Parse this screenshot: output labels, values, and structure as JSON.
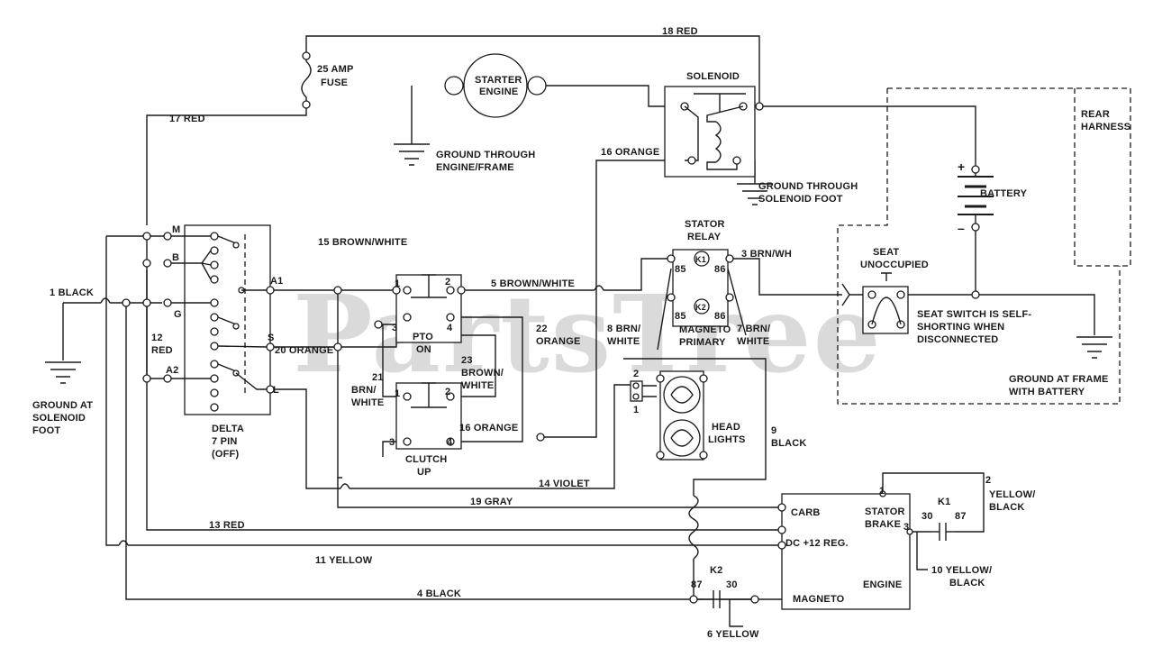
{
  "watermark": "PartsTree",
  "labels": {
    "red18": "18 RED",
    "fuse_line1": "25 AMP",
    "fuse_line2": "FUSE",
    "red17": "17 RED",
    "starter1": "STARTER",
    "starter2": "ENGINE",
    "solenoid": "SOLENOID",
    "gnd_engine1": "GROUND THROUGH",
    "gnd_engine2": "ENGINE/FRAME",
    "orange16_top": "16 ORANGE",
    "gnd_solenoid1": "GROUND THROUGH",
    "gnd_solenoid2": "SOLENOID FOOT",
    "rear1": "REAR",
    "rear2": "HARNESS",
    "battery": "BATTERY",
    "plus": "+",
    "minus": "–",
    "stator_relay1": "STATOR",
    "stator_relay2": "RELAY",
    "k1": "K1",
    "k2": "K2",
    "brn_wh3": "3 BRN/WH",
    "pin85a": "85",
    "pin86a": "86",
    "pin85b": "85",
    "pin86b": "86",
    "magneto1": "MAGNETO",
    "magneto2": "PRIMARY",
    "brn8a": "8 BRN/",
    "brn8b": "WHITE",
    "brn7a": "7 BRN/",
    "brn7b": "WHITE",
    "seat1": "SEAT",
    "seat2": "UNOCCUPIED",
    "seatsw1": "SEAT SWITCH IS SELF-",
    "seatsw2": "SHORTING WHEN",
    "seatsw3": "DISCONNECTED",
    "gnd_battery1": "GROUND AT FRAME",
    "gnd_battery2": "WITH BATTERY",
    "bw15": "15 BROWN/WHITE",
    "bw5": "5 BROWN/WHITE",
    "black1": "1 BLACK",
    "gnd_sol1": "GROUND AT",
    "gnd_sol2": "SOLENOID",
    "gnd_sol3": "FOOT",
    "red12a": "12",
    "red12b": "RED",
    "pinM": "M",
    "pinB": "B",
    "pinG": "G",
    "pinA1": "A1",
    "pinS": "S",
    "pinL": "L",
    "pinA2": "A2",
    "delta1": "DELTA",
    "delta2": "7 PIN",
    "delta3": "(OFF)",
    "orange20": "20 ORANGE",
    "pto1": "PTO",
    "pto2": "ON",
    "p1a": "1",
    "p2a": "2",
    "p3a": "3",
    "p4a": "4",
    "orange22a": "22",
    "orange22b": "ORANGE",
    "bw23a": "23",
    "bw23b": "BROWN/",
    "bw23c": "WHITE",
    "bw21a": "21",
    "bw21b": "BRN/",
    "bw21c": "WHITE",
    "p1b": "1",
    "p2b": "2",
    "p3b": "3",
    "p4b": "4",
    "orange16b": "16 ORANGE",
    "clutch1": "CLUTCH",
    "clutch2": "UP",
    "hl2": "2",
    "hl1": "1",
    "head1": "HEAD",
    "head2": "LIGHTS",
    "black9a": "9",
    "black9b": "BLACK",
    "violet14": "14 VIOLET",
    "gray19": "19 GRAY",
    "red13": "13 RED",
    "yellow11": "11 YELLOW",
    "black4": "4 BLACK",
    "carb": "CARB",
    "dc12": "DC +12 REG.",
    "stator_brake1": "STATOR",
    "stator_brake2": "BRAKE",
    "sb1": "1",
    "sb3": "3",
    "engine": "ENGINE",
    "magneto": "MAGNETO",
    "k1b": "K1",
    "k1_30": "30",
    "k1_87": "87",
    "yb2a": "2",
    "yb2b": "YELLOW/",
    "yb2c": "BLACK",
    "yb10a": "10 YELLOW/",
    "yb10b": "BLACK",
    "k2b": "K2",
    "k2_87": "87",
    "k2_30": "30",
    "yellow6": "6 YELLOW"
  }
}
